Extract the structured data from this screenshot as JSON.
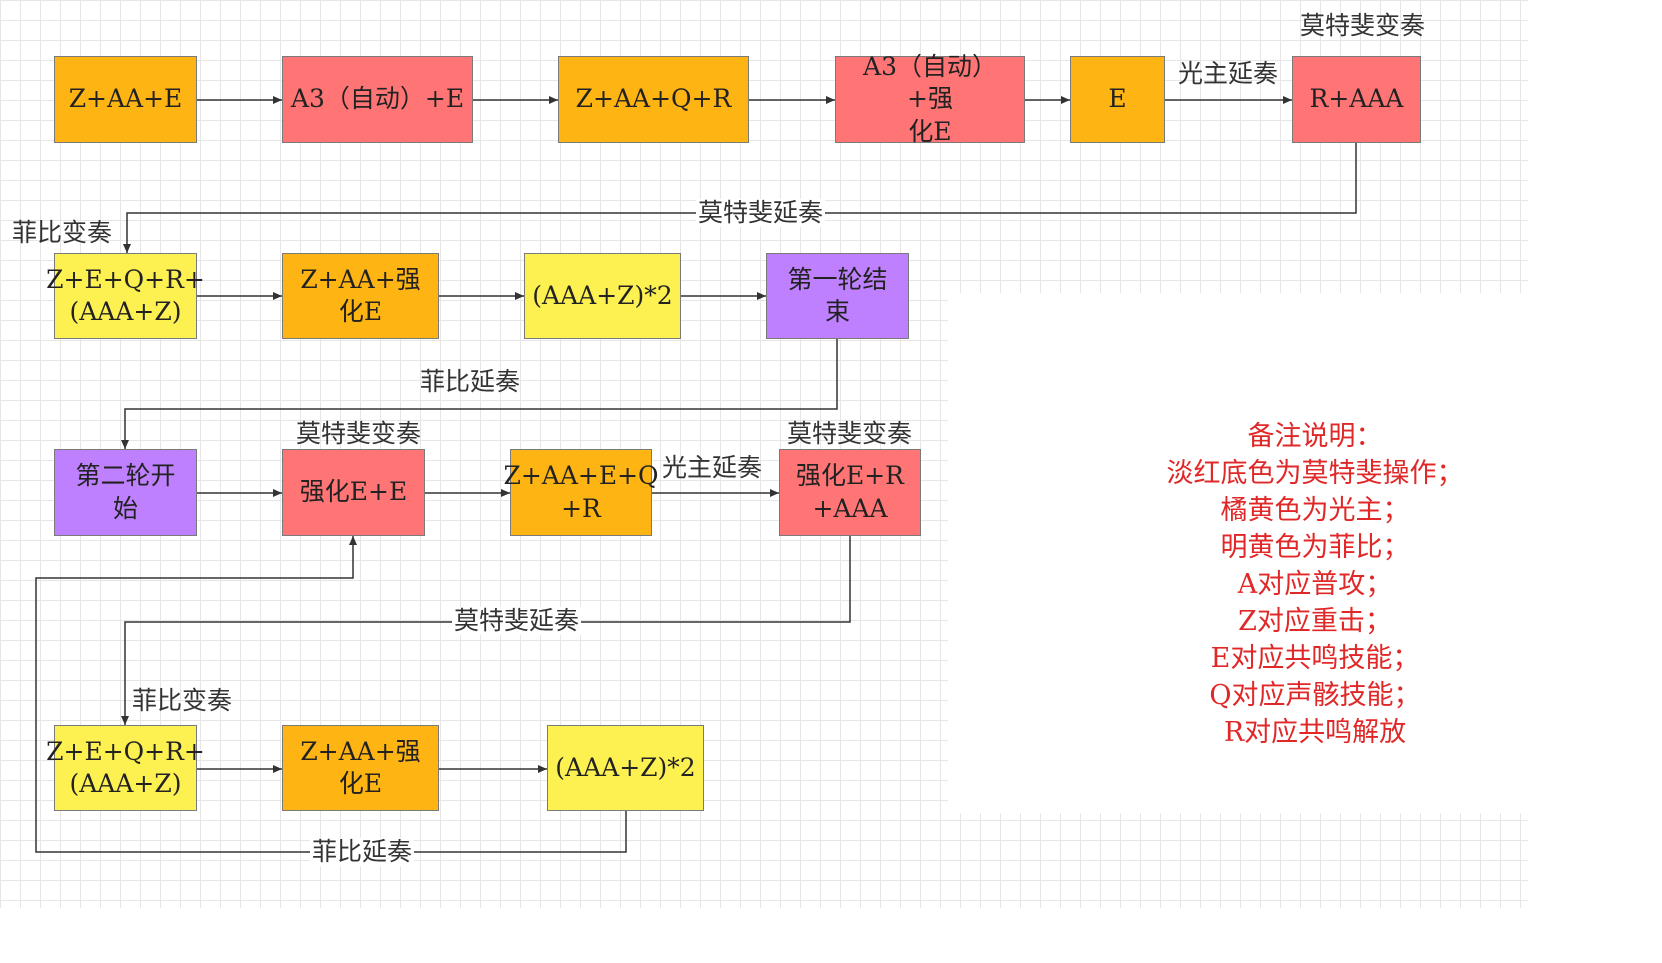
{
  "colors": {
    "red": "#ff7575",
    "orange": "#feb412",
    "yellow": "#fcf151",
    "purple": "#bf80ff",
    "legend_text": "#e02828"
  },
  "nodes": {
    "r1n1": "Z+AA+E",
    "r1n2": "A3（自动）+E",
    "r1n3": "Z+AA+Q+R",
    "r1n4": "A3（自动）+强\n化E",
    "r1n5": "E",
    "r1n6": "R+AAA",
    "r2n1": "Z+E+Q+R+\n(AAA+Z)",
    "r2n2": "Z+AA+强化E",
    "r2n3": "(AAA+Z)*2",
    "r2n4": "第一轮结\n束",
    "r3n1": "第二轮开\n始",
    "r3n2": "强化E+E",
    "r3n3": "Z+AA+E+Q\n+R",
    "r3n4": "强化E+R\n+AAA",
    "r4n1": "Z+E+Q+R+\n(AAA+Z)",
    "r4n2": "Z+AA+强化E",
    "r4n3": "(AAA+Z)*2"
  },
  "labels": {
    "r1_top_variation": "莫特斐变奏",
    "r1_guangzhu_outro": "光主延奏",
    "r1_to_r2_outro": "莫特斐延奏",
    "r2_feibi_variation": "菲比变奏",
    "r2_feibi_outro": "菲比延奏",
    "r3_motefei_variation_a": "莫特斐变奏",
    "r3_guangzhu_outro": "光主延奏",
    "r3_motefei_variation_b": "莫特斐变奏",
    "r3_to_r4_outro": "莫特斐延奏",
    "r4_feibi_variation": "菲比变奏",
    "r4_feibi_outro": "菲比延奏"
  },
  "legend": {
    "title": "备注说明：",
    "lines": [
      "淡红底色为莫特斐操作；",
      "橘黄色为光主；",
      "明黄色为菲比；",
      "A对应普攻；",
      "Z对应重击；",
      "E对应共鸣技能；",
      "Q对应声骸技能；",
      "R对应共鸣解放"
    ]
  }
}
